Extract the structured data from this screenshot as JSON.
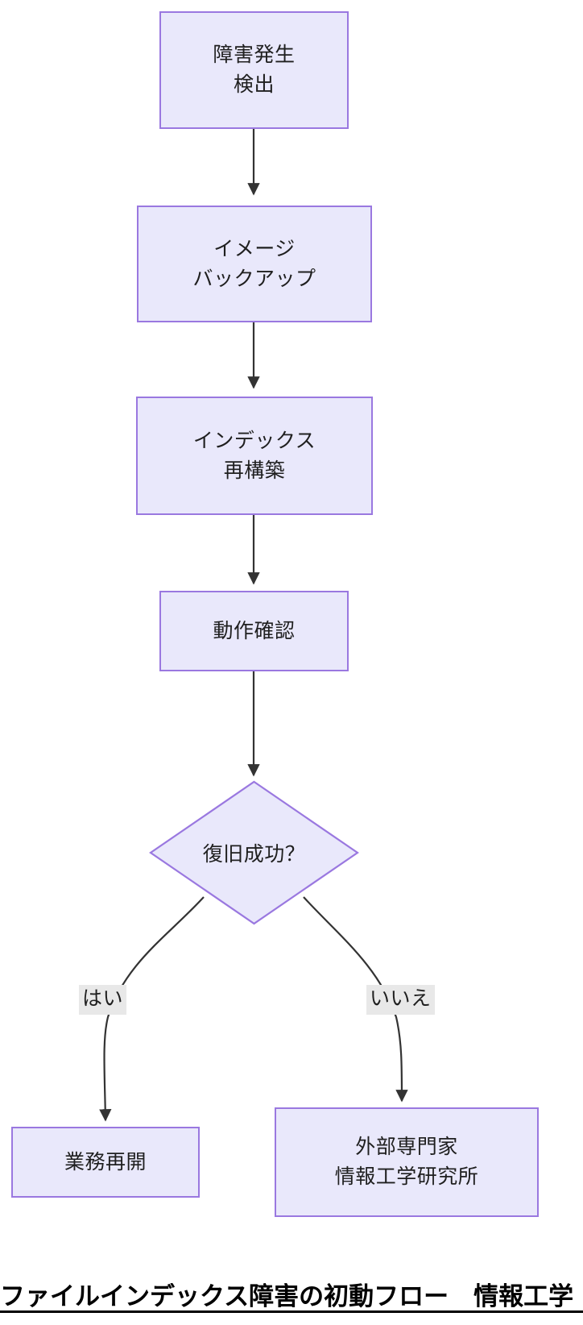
{
  "diagram": {
    "type": "flowchart",
    "direction": "top-to-bottom",
    "theme": {
      "node_fill": "#e9e8fb",
      "node_border": "#9a78e0",
      "edge_color": "#333333",
      "edge_label_bg": "#e8e8e8",
      "text_color": "#1f1f1f",
      "canvas_bg": "#ffffff"
    },
    "nodes": [
      {
        "id": "detect",
        "shape": "rect",
        "lines": [
          "障害発生",
          "検出"
        ]
      },
      {
        "id": "backup",
        "shape": "rect",
        "lines": [
          "イメージ",
          "バックアップ"
        ]
      },
      {
        "id": "rebuild",
        "shape": "rect",
        "lines": [
          "インデックス",
          "再構築"
        ]
      },
      {
        "id": "verify",
        "shape": "rect",
        "lines": [
          "動作確認"
        ]
      },
      {
        "id": "decision",
        "shape": "diamond",
        "lines": [
          "復旧成功？"
        ]
      },
      {
        "id": "resume",
        "shape": "rect",
        "lines": [
          "業務再開"
        ]
      },
      {
        "id": "expert",
        "shape": "rect",
        "lines": [
          "外部専門家",
          "情報工学研究所"
        ]
      }
    ],
    "edges": [
      {
        "from": "detect",
        "to": "backup",
        "label": ""
      },
      {
        "from": "backup",
        "to": "rebuild",
        "label": ""
      },
      {
        "from": "rebuild",
        "to": "verify",
        "label": ""
      },
      {
        "from": "verify",
        "to": "decision",
        "label": ""
      },
      {
        "from": "decision",
        "to": "resume",
        "label": "はい"
      },
      {
        "from": "decision",
        "to": "expert",
        "label": "いいえ"
      }
    ],
    "edge_labels": {
      "yes": "はい",
      "no": "いいえ"
    }
  },
  "caption": {
    "text": "ファイルインデックス障害の初動フロー　情報工学"
  }
}
